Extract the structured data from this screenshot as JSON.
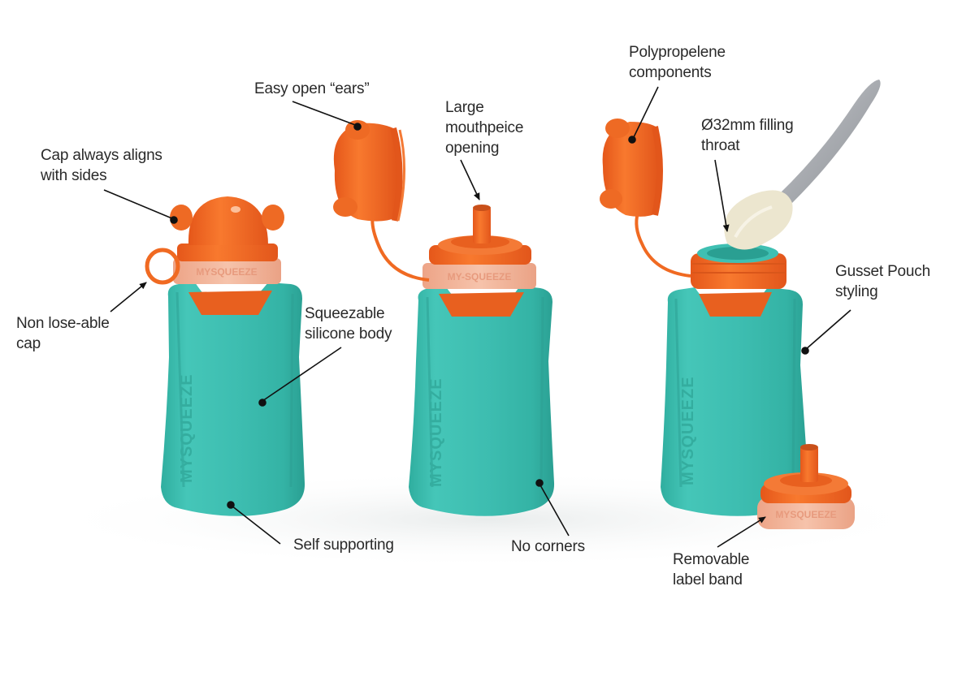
{
  "diagram": {
    "type": "annotated-product-diagram",
    "subject": "Reusable squeeze pouch bottle",
    "brand_embossing": "MYSQUEEZE",
    "colors": {
      "body_teal": "#3fbfb2",
      "body_teal_dark": "#2ea89b",
      "cap_orange": "#f26a21",
      "cap_orange_dark": "#d9561a",
      "label_band": "#f2b49a",
      "spoon_steel": "#b9bcc0",
      "puree": "#ece6cf",
      "line": "#111111"
    },
    "callouts": [
      {
        "id": "cap-aligns",
        "lines": [
          "Cap always aligns",
          "with sides"
        ]
      },
      {
        "id": "non-loseable-cap",
        "lines": [
          "Non lose-able",
          "cap"
        ]
      },
      {
        "id": "easy-open-ears",
        "lines": [
          "Easy open “ears”"
        ]
      },
      {
        "id": "large-mouthpiece",
        "lines": [
          "Large",
          "mouthpeice",
          "opening"
        ]
      },
      {
        "id": "squeezable-body",
        "lines": [
          "Squeezable",
          "silicone body"
        ]
      },
      {
        "id": "self-supporting",
        "lines": [
          "Self supporting"
        ]
      },
      {
        "id": "no-corners",
        "lines": [
          "No corners"
        ]
      },
      {
        "id": "polypropylene",
        "lines": [
          "Polypropelene",
          "components"
        ]
      },
      {
        "id": "filling-throat",
        "lines": [
          "Ø32mm  filling",
          "throat"
        ]
      },
      {
        "id": "gusset-pouch",
        "lines": [
          "Gusset Pouch",
          "styling"
        ]
      },
      {
        "id": "label-band",
        "lines": [
          "Removable",
          "label band"
        ]
      }
    ]
  }
}
